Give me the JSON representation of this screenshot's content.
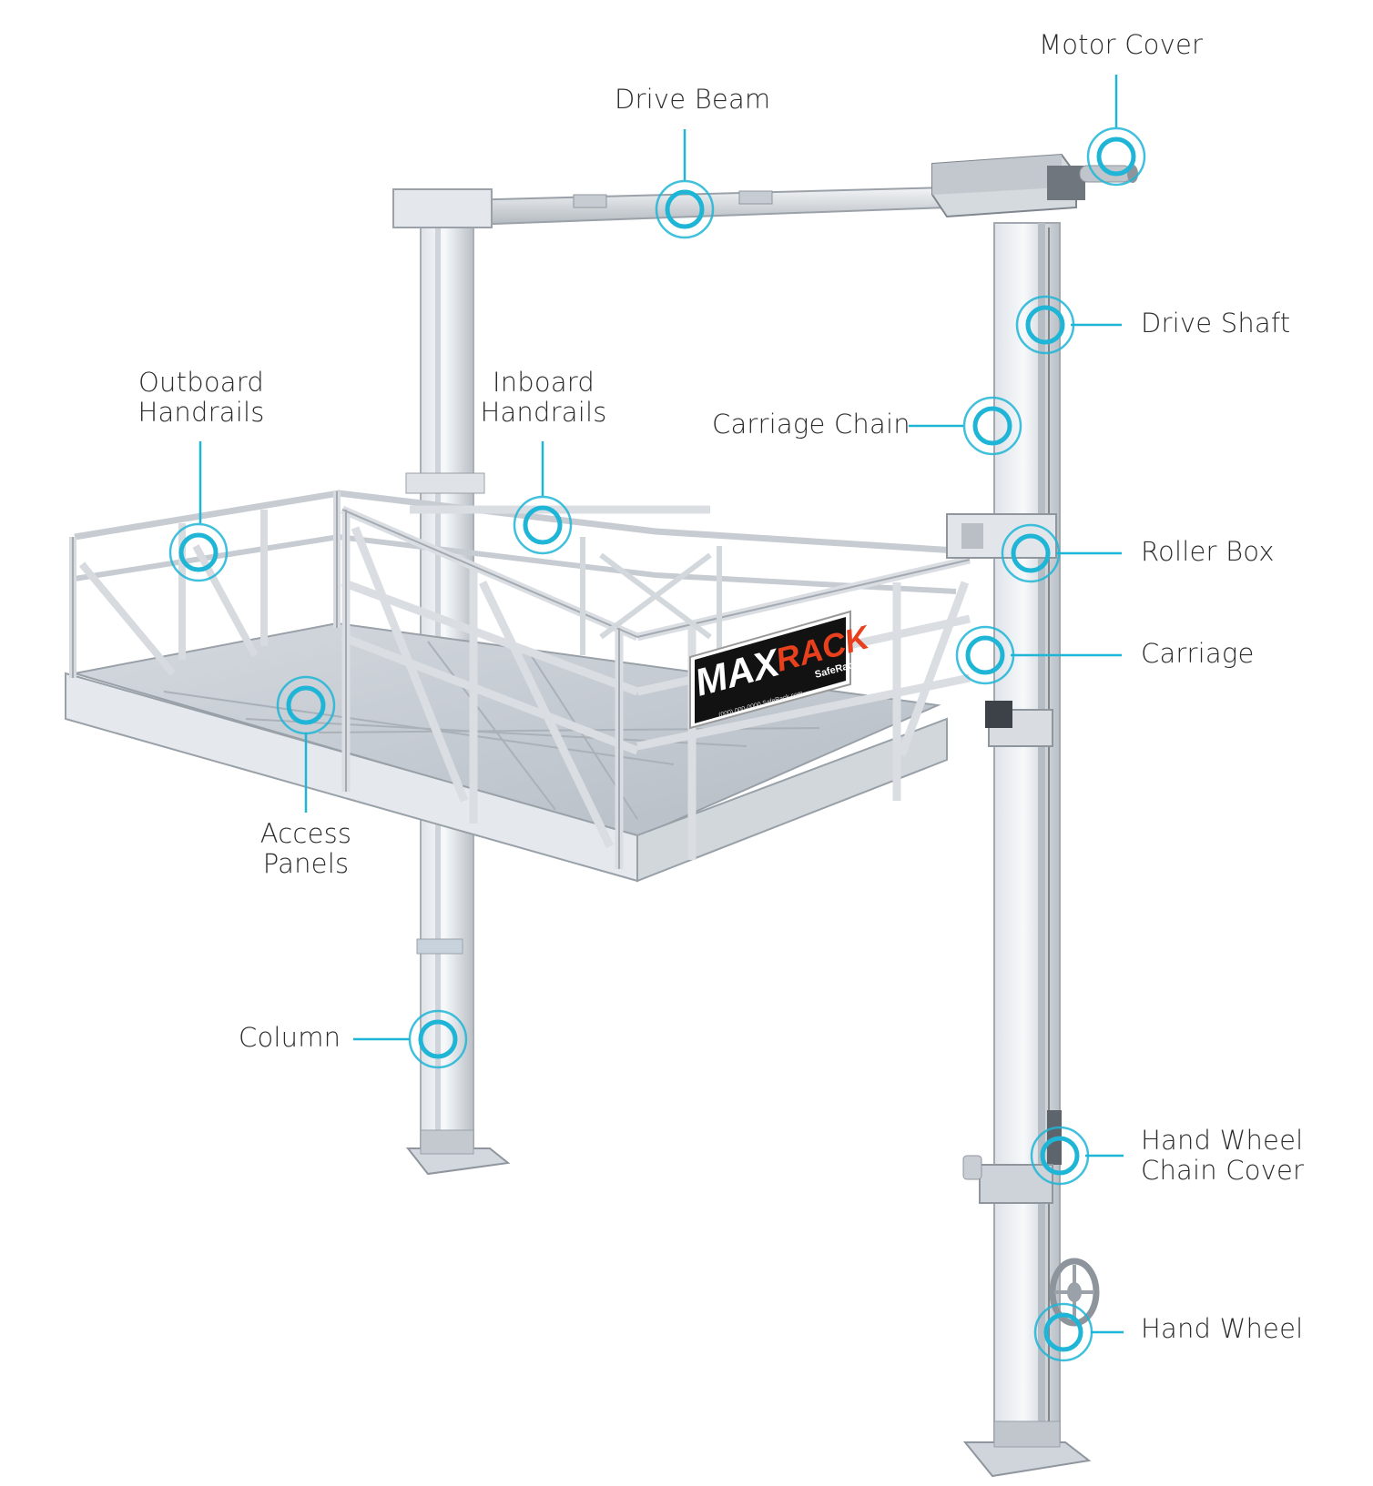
{
  "colors": {
    "accent": "#1fb5d6",
    "metal_light": "#eef1f4",
    "metal_mid": "#c9ced4",
    "metal_dark": "#8b929a",
    "label_text": "#2c2c2c",
    "sign_bg": "#111111",
    "sign_red": "#e8401c"
  },
  "sign": {
    "brand_max": "MAX",
    "brand_rack": "RACK",
    "sub_brand": "SafeRack",
    "fine_print": "(000) 000-0000 SafeRack.com"
  },
  "callouts": [
    {
      "id": "motor-cover",
      "lines": [
        "Motor Cover"
      ],
      "icon": "target-ring-icon"
    },
    {
      "id": "drive-beam",
      "lines": [
        "Drive Beam"
      ],
      "icon": "target-ring-icon"
    },
    {
      "id": "drive-shaft",
      "lines": [
        "Drive Shaft"
      ],
      "icon": "target-ring-icon"
    },
    {
      "id": "outboard-handrails",
      "lines": [
        "Outboard",
        "Handrails"
      ],
      "icon": "target-ring-icon"
    },
    {
      "id": "inboard-handrails",
      "lines": [
        "Inboard",
        "Handrails"
      ],
      "icon": "target-ring-icon"
    },
    {
      "id": "carriage-chain",
      "lines": [
        "Carriage Chain"
      ],
      "icon": "target-ring-icon"
    },
    {
      "id": "roller-box",
      "lines": [
        "Roller Box"
      ],
      "icon": "target-ring-icon"
    },
    {
      "id": "carriage",
      "lines": [
        "Carriage"
      ],
      "icon": "target-ring-icon"
    },
    {
      "id": "access-panels",
      "lines": [
        "Access",
        "Panels"
      ],
      "icon": "target-ring-icon"
    },
    {
      "id": "column",
      "lines": [
        "Column"
      ],
      "icon": "target-ring-icon"
    },
    {
      "id": "hand-wheel-chain-cover",
      "lines": [
        "Hand Wheel",
        "Chain Cover"
      ],
      "icon": "target-ring-icon"
    },
    {
      "id": "hand-wheel",
      "lines": [
        "Hand Wheel"
      ],
      "icon": "target-ring-icon"
    }
  ]
}
